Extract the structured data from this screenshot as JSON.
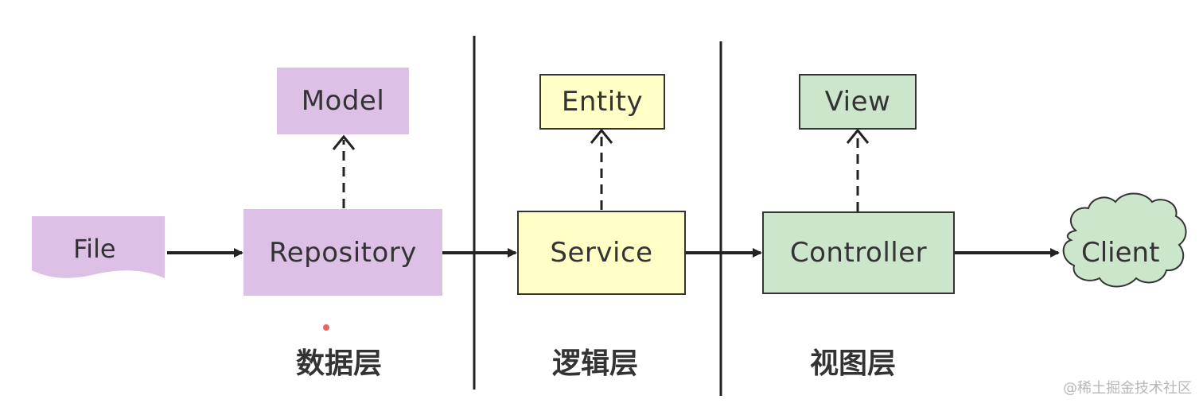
{
  "diagram": {
    "nodes": {
      "file": "File",
      "repository": "Repository",
      "model": "Model",
      "service": "Service",
      "entity": "Entity",
      "controller": "Controller",
      "view": "View",
      "client": "Client"
    },
    "layers": {
      "data": "数据层",
      "logic": "逻辑层",
      "view": "视图层"
    },
    "colors": {
      "data_layer": "#dcc0e6",
      "logic_layer": "#ffffc6",
      "view_layer": "#cce6cc",
      "line": "#222222"
    }
  },
  "watermark": "@稀土掘金技术社区"
}
